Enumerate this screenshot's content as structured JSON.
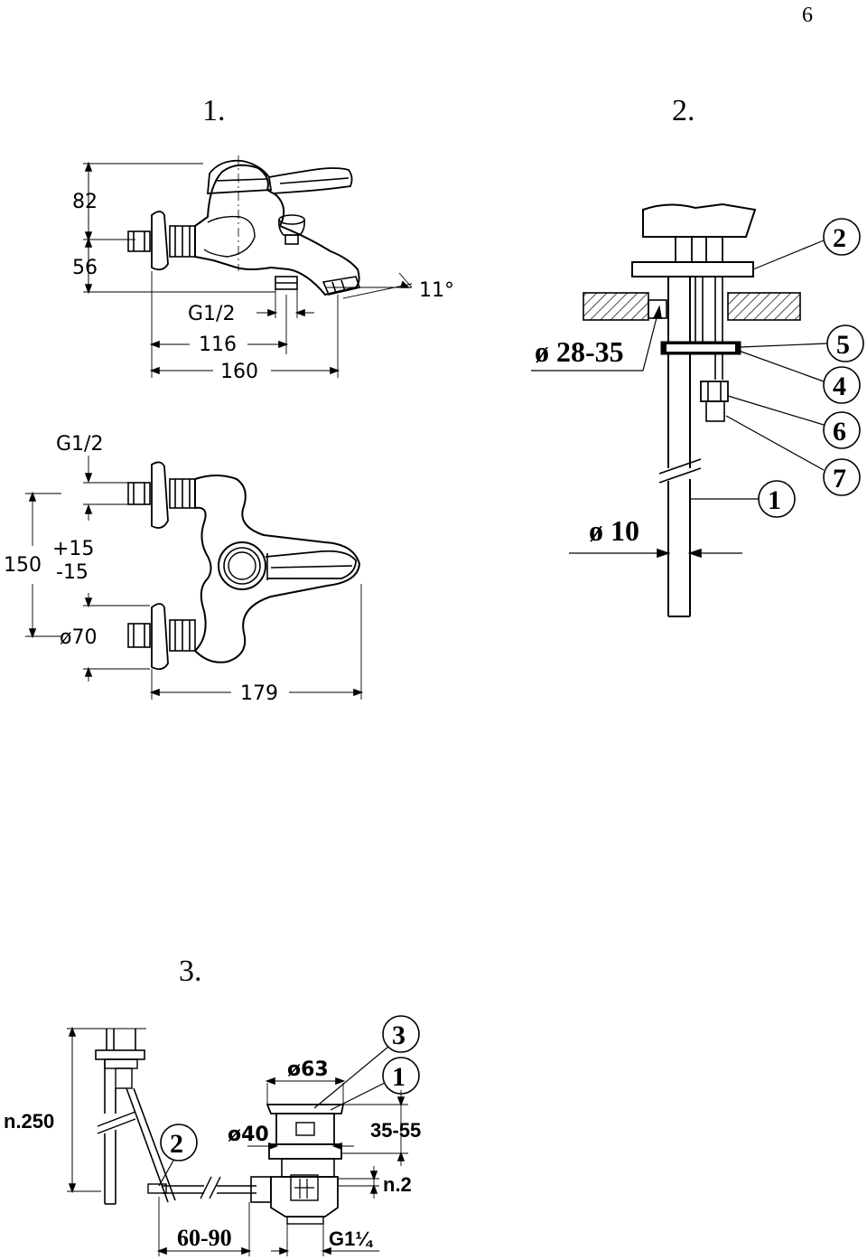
{
  "page_number": "6",
  "figures": {
    "fig1": {
      "label": "1.",
      "dims": {
        "h82": "82",
        "h56": "56",
        "thread_top": "G1/2",
        "w116": "116",
        "w160": "160",
        "angle": "11°",
        "thread_front": "G1/2",
        "h150": "150",
        "tol_plus": "+15",
        "tol_minus": "-15",
        "dia70": "ø70",
        "w179": "179"
      }
    },
    "fig2": {
      "label": "2.",
      "dims": {
        "dia_hole": "ø 28-35",
        "dia_rod": "ø 10"
      },
      "callouts": [
        "2",
        "5",
        "4",
        "6",
        "7",
        "1"
      ]
    },
    "fig3": {
      "label": "3.",
      "dims": {
        "h250": "n.250",
        "dia63": "ø63",
        "dia40": "ø40",
        "range": "35-55",
        "n2": "n.2",
        "w60_90": "60-90",
        "thread": "G1¼"
      },
      "callouts": [
        "3",
        "1",
        "2"
      ]
    }
  }
}
